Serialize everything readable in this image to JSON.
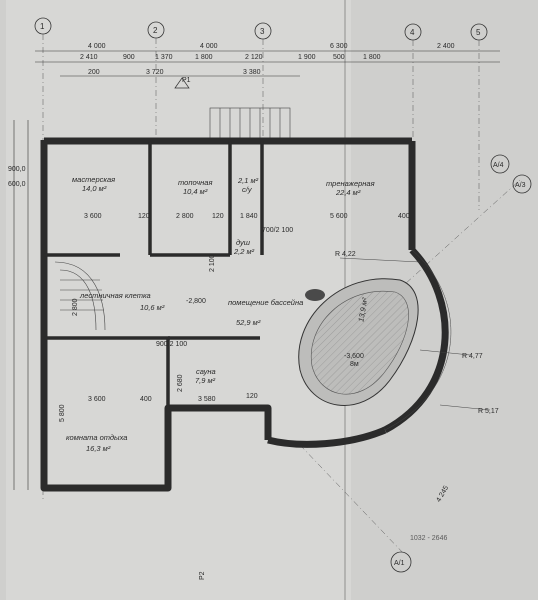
{
  "axes": {
    "columns": [
      "1",
      "2",
      "3",
      "4",
      "5"
    ],
    "rows": [
      "А/4",
      "А/3",
      "А/1"
    ]
  },
  "top_dims": {
    "row1": [
      "4 000",
      "4 000",
      "6 300",
      "2 400"
    ],
    "row2": [
      "2 410",
      "900",
      "1 370",
      "1 800",
      "2 120",
      "1 900",
      "500",
      "1 800"
    ],
    "row3": [
      "200",
      "3 720",
      "3 380"
    ]
  },
  "rooms": {
    "workshop": {
      "name": "мастерская",
      "area": "14,0 м²"
    },
    "sauna_room": {
      "name": "топочная",
      "area": "10,4 м²"
    },
    "wc": {
      "name": "с/у",
      "area": "2,1 м²"
    },
    "gym": {
      "name": "тренажерная",
      "area": "22,4 м²"
    },
    "shower": {
      "name": "душ",
      "area": "2,2 м²"
    },
    "stair": {
      "name": "лестничная клетка",
      "area": "10,6 м²"
    },
    "pool_room": {
      "name": "помещение бассейна",
      "area": "52,9 м²"
    },
    "pool": {
      "area": "13,9 м²",
      "level": "-3,600",
      "note": "8м"
    },
    "sauna": {
      "name": "сауна",
      "area": "7,9 м²"
    },
    "rest": {
      "name": "комната отдыха",
      "area": "16,3 м²"
    }
  },
  "labels": {
    "level": "-2,800",
    "r1": "R 4,22",
    "r2": "R 4,77",
    "r3": "R 5,17",
    "section1": "Р1",
    "section2": "Р2",
    "watermark": "1032 - 2646"
  },
  "inner_dims": {
    "d3600a": "3 600",
    "d120a": "120",
    "d2800a": "2 800",
    "d120b": "120",
    "d1840": "1 840",
    "d5600": "5 600",
    "d400a": "400",
    "d3600b": "3 600",
    "d400b": "400",
    "d3580": "3 580",
    "d120c": "120",
    "d2800b": "2 800",
    "d5800": "5 800",
    "d2680": "2 680",
    "d900_2100a": "900/2 100",
    "d700_2100": "700/2 100",
    "d2100": "2 100",
    "d4245": "4 245",
    "d900": "900,0",
    "d600": "600,0"
  }
}
